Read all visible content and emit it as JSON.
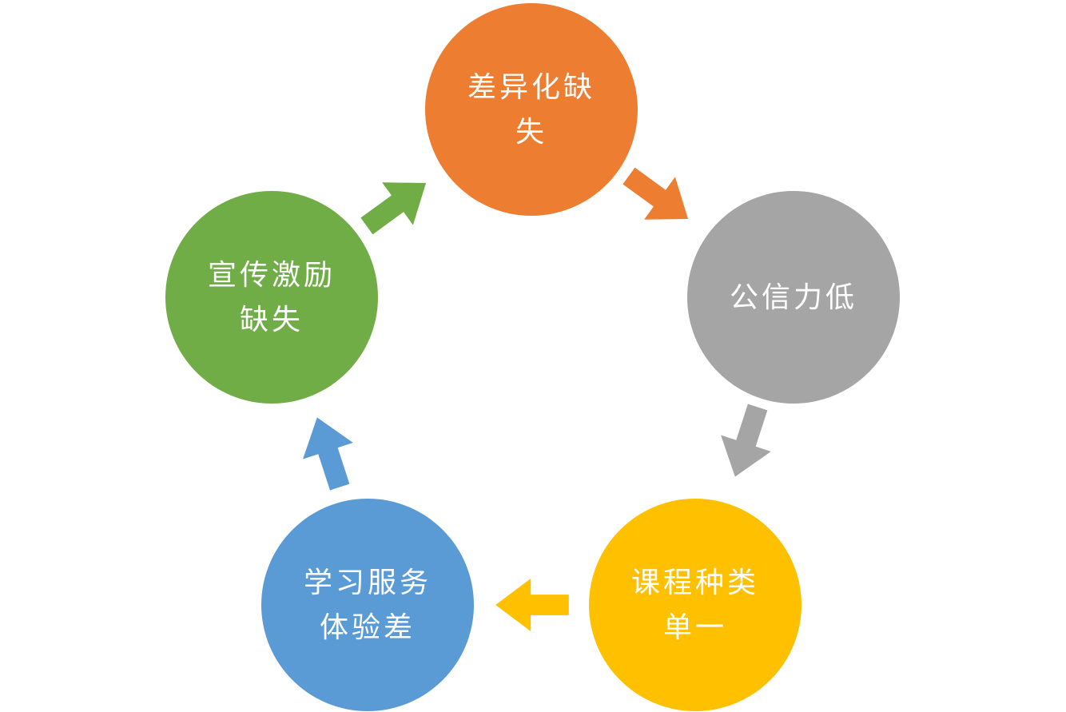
{
  "diagram": {
    "type": "cycle",
    "direction": "clockwise",
    "background_color": "#FFFFFF",
    "text_color": "#FFFFFF",
    "nodes": [
      {
        "label": "差异化缺失",
        "lines": [
          "差异化缺",
          "失"
        ],
        "color": "#ED7D31",
        "position": "top"
      },
      {
        "label": "公信力低",
        "lines": [
          "公信力低"
        ],
        "color": "#A5A5A5",
        "position": "right"
      },
      {
        "label": "课程种类单一",
        "lines": [
          "课程种类",
          "单一"
        ],
        "color": "#FFC000",
        "position": "bottom-right"
      },
      {
        "label": "学习服务体验差",
        "lines": [
          "学习服务",
          "体验差"
        ],
        "color": "#5B9BD5",
        "position": "bottom-left"
      },
      {
        "label": "宣传激励缺失",
        "lines": [
          "宣传激励",
          "缺失"
        ],
        "color": "#70AD47",
        "position": "left"
      }
    ],
    "arrows": [
      {
        "from": "差异化缺失",
        "to": "公信力低",
        "color": "#ED7D31"
      },
      {
        "from": "公信力低",
        "to": "课程种类单一",
        "color": "#A5A5A5"
      },
      {
        "from": "课程种类单一",
        "to": "学习服务体验差",
        "color": "#FFC000"
      },
      {
        "from": "学习服务体验差",
        "to": "宣传激励缺失",
        "color": "#5B9BD5"
      },
      {
        "from": "宣传激励缺失",
        "to": "差异化缺失",
        "color": "#70AD47"
      }
    ]
  }
}
